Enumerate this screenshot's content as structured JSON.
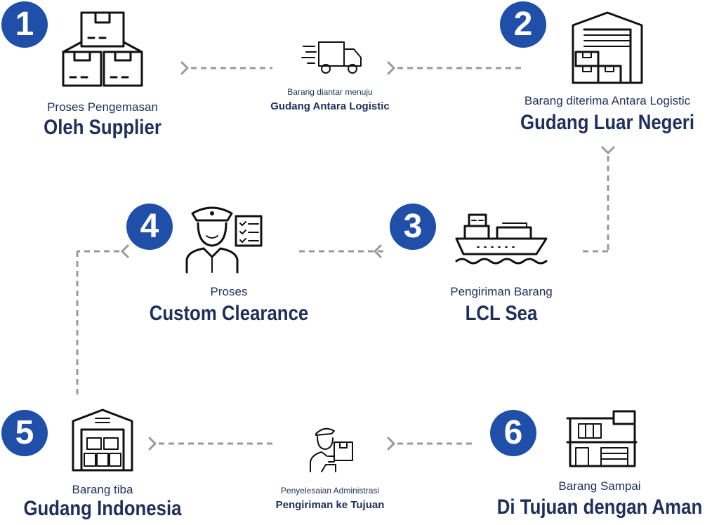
{
  "steps": [
    {
      "number": "1",
      "subtitle": "Proses Pengemasan",
      "title": "Oleh Supplier",
      "icon": "boxes-icon"
    },
    {
      "number": "2",
      "subtitle": "Barang diterima Antara Logistic",
      "title": "Gudang Luar Negeri",
      "icon": "warehouse-icon"
    },
    {
      "number": "3",
      "subtitle": "Pengiriman Barang",
      "title": "LCL Sea",
      "icon": "cargo-ship-icon"
    },
    {
      "number": "4",
      "subtitle": "Proses",
      "title": "Custom Clearance",
      "icon": "customs-officer-icon"
    },
    {
      "number": "5",
      "subtitle": "Barang tiba",
      "title": "Gudang Indonesia",
      "icon": "warehouse-indonesia-icon"
    },
    {
      "number": "6",
      "subtitle": "Barang Sampai",
      "title": "Di Tujuan dengan Aman",
      "icon": "house-icon"
    }
  ],
  "transitions": [
    {
      "subtitle": "Barang diantar menuju",
      "title": "Gudang Antara Logistic",
      "icon": "delivery-truck-icon"
    },
    {
      "subtitle": "Penyelesaian Administrasi",
      "title": "Pengiriman ke Tujuan",
      "icon": "courier-icon"
    }
  ],
  "colors": {
    "badge": "#1f4fa8",
    "text": "#1f2f5a",
    "connector": "#999999"
  }
}
